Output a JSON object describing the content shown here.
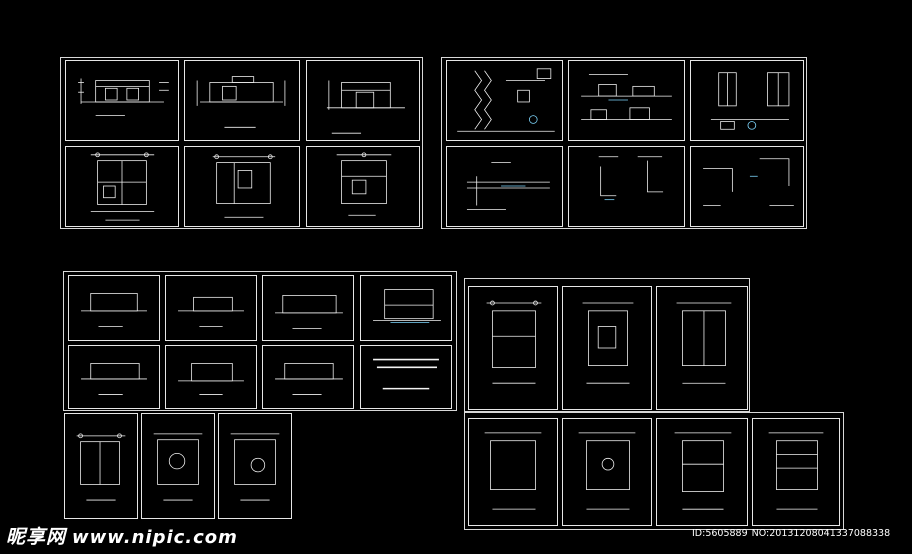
{
  "watermark": {
    "site_name": "昵享网",
    "site_url": "www.nipic.com",
    "id_text": "ID:5605889",
    "no_text": "NO:20131208041337088338"
  },
  "colors": {
    "background": "#000000",
    "frame": "#e6e6e6",
    "drawing": "#f2f2f2",
    "accent": "#7fd8ff"
  }
}
